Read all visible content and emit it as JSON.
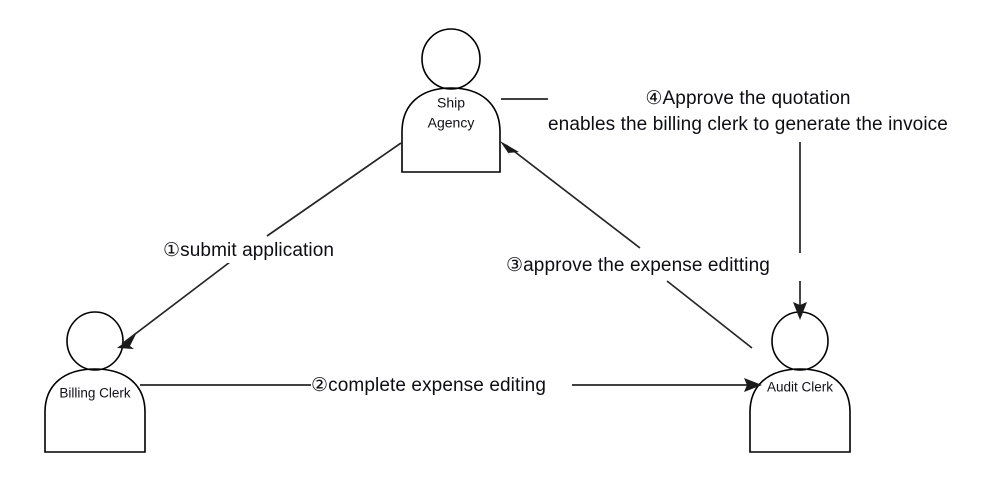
{
  "diagram": {
    "type": "actor-interaction-flow",
    "background_color": "#ffffff",
    "stroke_color": "#1a1a1a",
    "text_color": "#0d0d14",
    "actors": [
      {
        "id": "ship-agency",
        "label_line1": "Ship",
        "label_line2": "Agency"
      },
      {
        "id": "billing-clerk",
        "label_line1": "Billing Clerk",
        "label_line2": ""
      },
      {
        "id": "audit-clerk",
        "label_line1": "Audit Clerk",
        "label_line2": ""
      }
    ],
    "edges": [
      {
        "id": "step1",
        "marker": "①",
        "text": "submit application",
        "from": "ship-agency",
        "to": "billing-clerk"
      },
      {
        "id": "step2",
        "marker": "②",
        "text": "complete expense editing",
        "from": "billing-clerk",
        "to": "audit-clerk"
      },
      {
        "id": "step3",
        "marker": "③",
        "text": "approve the expense editting",
        "from": "audit-clerk",
        "to": "ship-agency"
      },
      {
        "id": "step4",
        "marker": "④",
        "text_line1": "Approve the quotation",
        "text_line2": "enables the billing clerk to generate the invoice",
        "from": "ship-agency",
        "to": "audit-clerk"
      }
    ]
  }
}
